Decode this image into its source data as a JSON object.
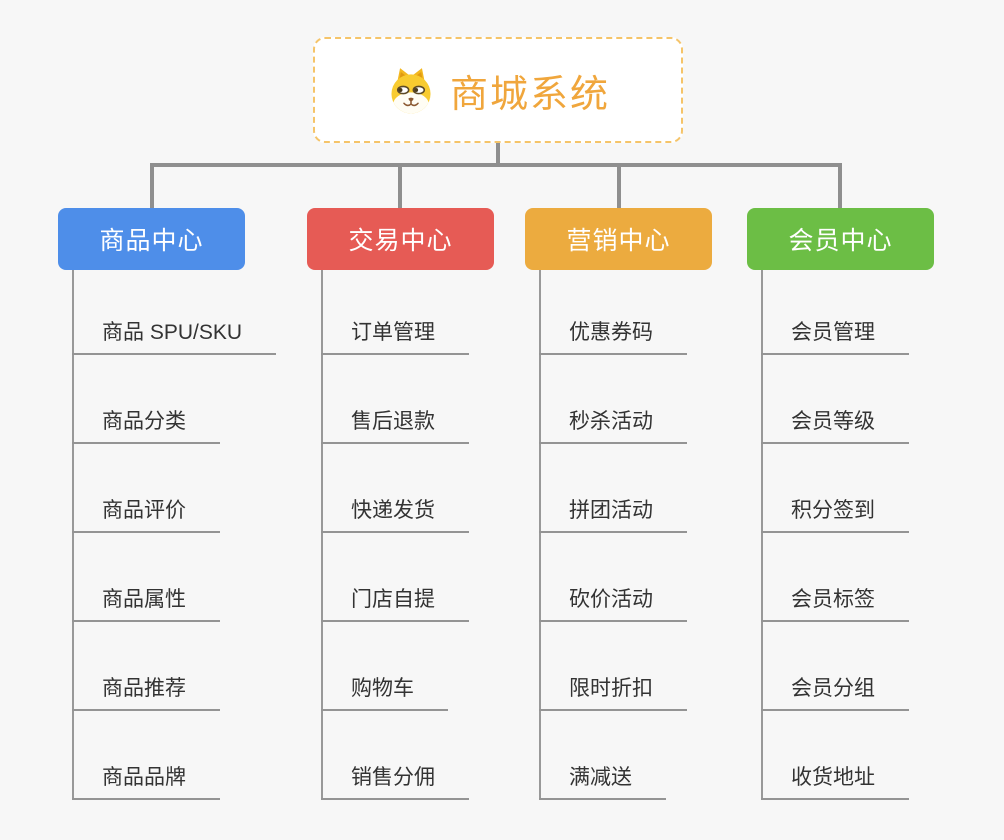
{
  "canvas": {
    "background": "#F7F7F7",
    "connector_color": "#8F8F8F"
  },
  "root": {
    "title": "商城系统",
    "icon": "shiba-dog-icon",
    "title_color": "#F0A63C",
    "border_color": "#F5C469"
  },
  "branches": [
    {
      "label": "商品中心",
      "color": "#4E8EE9",
      "items": [
        "商品 SPU/SKU",
        "商品分类",
        "商品评价",
        "商品属性",
        "商品推荐",
        "商品品牌"
      ]
    },
    {
      "label": "交易中心",
      "color": "#E65B55",
      "items": [
        "订单管理",
        "售后退款",
        "快递发货",
        "门店自提",
        "购物车",
        "销售分佣"
      ]
    },
    {
      "label": "营销中心",
      "color": "#ECAB3F",
      "items": [
        "优惠券码",
        "秒杀活动",
        "拼团活动",
        "砍价活动",
        "限时折扣",
        "满减送"
      ]
    },
    {
      "label": "会员中心",
      "color": "#6CBE45",
      "items": [
        "会员管理",
        "会员等级",
        "积分签到",
        "会员标签",
        "会员分组",
        "收货地址"
      ]
    }
  ]
}
